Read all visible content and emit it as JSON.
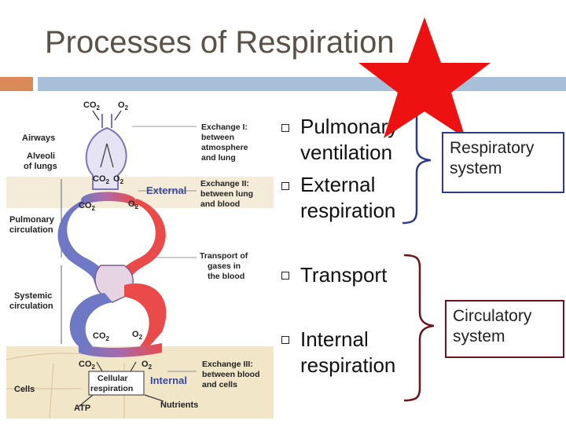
{
  "slide": {
    "title": "Processes of Respiration"
  },
  "bullets": [
    {
      "line1": "Pulmonary",
      "line2": "ventilation"
    },
    {
      "line1": "External",
      "line2": "respiration"
    },
    {
      "line1": "Transport",
      "line2": ""
    },
    {
      "line1": "Internal",
      "line2": "respiration"
    }
  ],
  "groups": {
    "respiratory": {
      "line1": "Respiratory",
      "line2": "system",
      "color": "#2e3a8c"
    },
    "circulatory": {
      "line1": "Circulatory",
      "line2": "system",
      "color": "#6b1420"
    }
  },
  "diagram": {
    "co2": "CO",
    "o2": "O",
    "sub2": "2",
    "airways": "Airways",
    "alveoli1": "Alveoli",
    "alveoli2": "of lungs",
    "pulmonary1": "Pulmonary",
    "pulmonary2": "circulation",
    "systemic1": "Systemic",
    "systemic2": "circulation",
    "cells": "Cells",
    "atp": "ATP",
    "cellular1": "Cellular",
    "cellular2": "respiration",
    "nutrients": "Nutrients",
    "external": "External",
    "internal": "Internal",
    "ex1_1": "Exchange I:",
    "ex1_2": "between",
    "ex1_3": "atmosphere",
    "ex1_4": "and lung",
    "ex2_1": "Exchange II:",
    "ex2_2": "between lung",
    "ex2_3": "and blood",
    "tr_1": "Transport of",
    "tr_2": "gases in",
    "tr_3": "the blood",
    "ex3_1": "Exchange III:",
    "ex3_2": "between blood",
    "ex3_3": "and cells"
  },
  "colors": {
    "title": "#5a5148",
    "accent_orange": "#d98a57",
    "accent_blue": "#a7bfd8",
    "star": "#ee1111",
    "venous_blue": "#6e78c4",
    "arterial_red": "#ea4a4a",
    "bracket_blue": "#2e3a8c",
    "bracket_red": "#6b1420"
  }
}
